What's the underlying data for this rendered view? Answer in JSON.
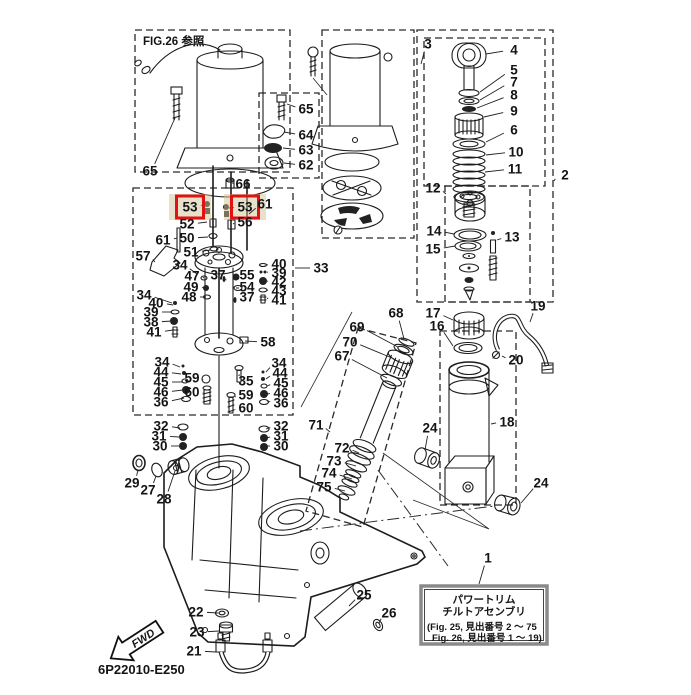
{
  "figure": {
    "ref_label": "FIG.26 参照",
    "drawing_code": "6P22010-E250",
    "fwd_label": "FWD"
  },
  "info_box": {
    "callout_number": "1",
    "lines": [
      "パワートリム",
      "チルトアセンブリ"
    ],
    "fig_lines": [
      "(Fig. 25, 見出番号 2 ～ 75",
      "Fig. 26, 見出番号 1 ～ 19)"
    ]
  },
  "colors": {
    "highlight_border": "#e01212",
    "highlight_fill": "#cfc49a",
    "line_color": "#1c1c1c",
    "background": "#ffffff"
  },
  "callout_format": [
    "part_number",
    "label_x",
    "label_y",
    "target_x",
    "target_y",
    "highlighted"
  ],
  "callouts": [
    [
      "65",
      150,
      171,
      175,
      118,
      0
    ],
    [
      "66",
      243,
      184,
      234,
      183,
      0
    ],
    [
      "53",
      190,
      207,
      206,
      204,
      1
    ],
    [
      "53",
      245,
      207,
      229,
      208,
      1
    ],
    [
      "61",
      265,
      204,
      249,
      214,
      0
    ],
    [
      "52",
      187,
      224,
      207,
      222,
      0
    ],
    [
      "56",
      245,
      222,
      233,
      224,
      0
    ],
    [
      "50",
      187,
      238,
      208,
      237,
      0
    ],
    [
      "51",
      191,
      252,
      210,
      250,
      0
    ],
    [
      "61",
      163,
      240,
      177,
      238,
      0
    ],
    [
      "57",
      143,
      256,
      155,
      262,
      0
    ],
    [
      "34",
      180,
      265,
      197,
      274,
      0
    ],
    [
      "47",
      192,
      276,
      204,
      278,
      0
    ],
    [
      "37",
      218,
      275,
      223,
      279,
      0
    ],
    [
      "55",
      247,
      275,
      238,
      277,
      0
    ],
    [
      "49",
      191,
      287,
      205,
      288,
      0
    ],
    [
      "54",
      247,
      287,
      239,
      288,
      0
    ],
    [
      "48",
      189,
      297,
      206,
      297,
      0
    ],
    [
      "37",
      247,
      297,
      236,
      299,
      0
    ],
    [
      "34",
      144,
      295,
      172,
      303,
      0
    ],
    [
      "40",
      156,
      303,
      173,
      305,
      0
    ],
    [
      "39",
      151,
      312,
      172,
      312,
      0
    ],
    [
      "38",
      151,
      322,
      172,
      321,
      0
    ],
    [
      "41",
      154,
      332,
      173,
      330,
      0
    ],
    [
      "40",
      279,
      264,
      267,
      265,
      0
    ],
    [
      "39",
      279,
      273,
      267,
      272,
      0
    ],
    [
      "42",
      279,
      282,
      267,
      281,
      0
    ],
    [
      "43",
      279,
      291,
      267,
      290,
      0
    ],
    [
      "41",
      279,
      300,
      267,
      298,
      0
    ],
    [
      "33",
      321,
      268,
      295,
      268,
      0
    ],
    [
      "58",
      268,
      342,
      245,
      341,
      0
    ],
    [
      "34",
      162,
      362,
      180,
      367,
      0
    ],
    [
      "44",
      161,
      372,
      181,
      374,
      0
    ],
    [
      "45",
      161,
      382,
      182,
      382,
      0
    ],
    [
      "46",
      161,
      392,
      183,
      390,
      0
    ],
    [
      "36",
      161,
      402,
      184,
      398,
      0
    ],
    [
      "59",
      192,
      378,
      203,
      380,
      0
    ],
    [
      "60",
      192,
      392,
      203,
      393,
      0
    ],
    [
      "35",
      246,
      381,
      240,
      375,
      0
    ],
    [
      "59",
      246,
      395,
      236,
      397,
      0
    ],
    [
      "60",
      246,
      408,
      235,
      410,
      0
    ],
    [
      "34",
      279,
      363,
      266,
      372,
      0
    ],
    [
      "44",
      280,
      373,
      266,
      379,
      0
    ],
    [
      "45",
      281,
      383,
      267,
      386,
      0
    ],
    [
      "46",
      281,
      393,
      267,
      394,
      0
    ],
    [
      "36",
      281,
      403,
      267,
      401,
      0
    ],
    [
      "32",
      161,
      426,
      180,
      428,
      0
    ],
    [
      "31",
      159,
      436,
      179,
      437,
      0
    ],
    [
      "30",
      160,
      446,
      179,
      446,
      0
    ],
    [
      "32",
      281,
      426,
      266,
      429,
      0
    ],
    [
      "31",
      281,
      436,
      266,
      438,
      0
    ],
    [
      "30",
      281,
      446,
      266,
      446,
      0
    ],
    [
      "29",
      132,
      483,
      138,
      470,
      0
    ],
    [
      "27",
      148,
      490,
      156,
      476,
      0
    ],
    [
      "28",
      164,
      499,
      175,
      471,
      0
    ],
    [
      "22",
      196,
      612,
      218,
      613,
      0
    ],
    [
      "23",
      197,
      632,
      219,
      631,
      0
    ],
    [
      "21",
      194,
      651,
      216,
      652,
      0
    ],
    [
      "25",
      364,
      595,
      349,
      606,
      0
    ],
    [
      "26",
      389,
      613,
      379,
      623,
      0
    ],
    [
      "24",
      430,
      428,
      425,
      450,
      0
    ],
    [
      "24",
      541,
      483,
      521,
      503,
      0
    ],
    [
      "18",
      507,
      422,
      491,
      424,
      0
    ],
    [
      "19",
      538,
      306,
      530,
      322,
      0
    ],
    [
      "20",
      516,
      360,
      502,
      356,
      0
    ],
    [
      "68",
      396,
      313,
      404,
      339,
      0
    ],
    [
      "69",
      357,
      327,
      398,
      347,
      0
    ],
    [
      "70",
      350,
      342,
      392,
      358,
      0
    ],
    [
      "67",
      342,
      356,
      387,
      378,
      0
    ],
    [
      "71",
      316,
      425,
      330,
      432,
      0
    ],
    [
      "72",
      342,
      448,
      359,
      453,
      0
    ],
    [
      "73",
      334,
      461,
      356,
      466,
      0
    ],
    [
      "74",
      329,
      473,
      352,
      479,
      0
    ],
    [
      "75",
      324,
      487,
      345,
      491,
      0
    ],
    [
      "17",
      433,
      313,
      453,
      320,
      0
    ],
    [
      "16",
      437,
      326,
      453,
      346,
      0
    ],
    [
      "12",
      433,
      188,
      446,
      194,
      0
    ],
    [
      "14",
      434,
      231,
      454,
      234,
      0
    ],
    [
      "15",
      433,
      249,
      455,
      246,
      0
    ],
    [
      "13",
      512,
      237,
      497,
      240,
      0
    ],
    [
      "2",
      565,
      175,
      554,
      181,
      0
    ],
    [
      "3",
      428,
      44,
      421,
      64,
      0
    ],
    [
      "4",
      514,
      50,
      486,
      54,
      0
    ],
    [
      "5",
      514,
      70,
      480,
      92,
      0
    ],
    [
      "7",
      514,
      82,
      480,
      100,
      0
    ],
    [
      "8",
      514,
      95,
      477,
      108,
      0
    ],
    [
      "9",
      514,
      111,
      484,
      117,
      0
    ],
    [
      "6",
      514,
      130,
      486,
      142,
      0
    ],
    [
      "10",
      516,
      152,
      486,
      155,
      0
    ],
    [
      "11",
      515,
      169,
      485,
      172,
      0
    ],
    [
      "65",
      306,
      109,
      287,
      104,
      0
    ],
    [
      "64",
      306,
      135,
      284,
      132,
      0
    ],
    [
      "63",
      306,
      150,
      283,
      148,
      0
    ],
    [
      "62",
      306,
      165,
      284,
      163,
      0
    ],
    [
      "1",
      488,
      558,
      479,
      584,
      0
    ]
  ]
}
